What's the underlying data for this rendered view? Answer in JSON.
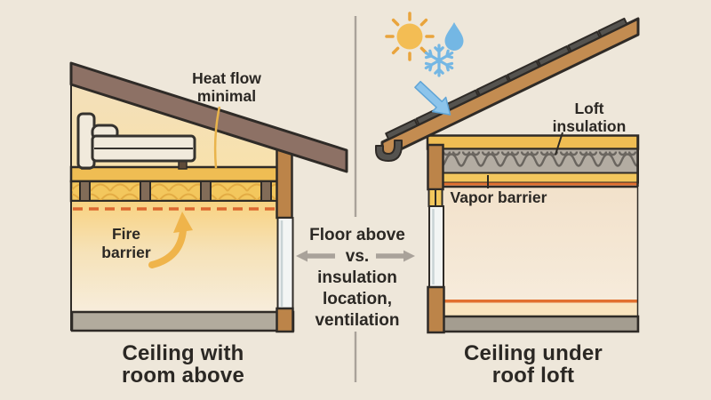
{
  "diagram": {
    "description": "Comparison diagram of two ceiling insulation configurations",
    "left_panel": {
      "title": "Ceiling with\nroom above",
      "heat_flow_label": "Heat flow\nminimal",
      "fire_barrier_label": "Fire\nbarrier"
    },
    "center_divider": {
      "comparison_label": "Floor above\nvs.\ninsulation\nlocation,\nventilation"
    },
    "right_panel": {
      "title": "Ceiling under\nroof loft",
      "loft_insulation_label": "Loft\ninsulation",
      "vapor_barrier_label": "Vapor barrier",
      "weather_icons": [
        "sun-icon",
        "droplet-icon",
        "snowflake-icon",
        "heat-entry-arrow-icon"
      ]
    },
    "palette": {
      "background": "#EEE7DA",
      "outline": "#2F2B27",
      "text": "#2B2824",
      "roof_beam_taupe": "#8D7165",
      "rafter_brown": "#C38C51",
      "shingle_gray": "#55534F",
      "wood_post": "#BC8449",
      "insulation_yellow": "#F3C75D",
      "floor_board_yellow": "#EFBD53",
      "fire_barrier_orange": "#DC6830",
      "vapor_line_orange": "#E2702F",
      "glow_yellow": "#F8D281",
      "loft_insulation_gray": "#B3ACA2",
      "floor_slab_gray": "#B2AB9D",
      "sky_blue": "#74B7E4",
      "arrow_blue": "#8CC4EB",
      "swoosh_yellow": "#EFB44B",
      "divider_gray": "#A9A29A"
    }
  }
}
